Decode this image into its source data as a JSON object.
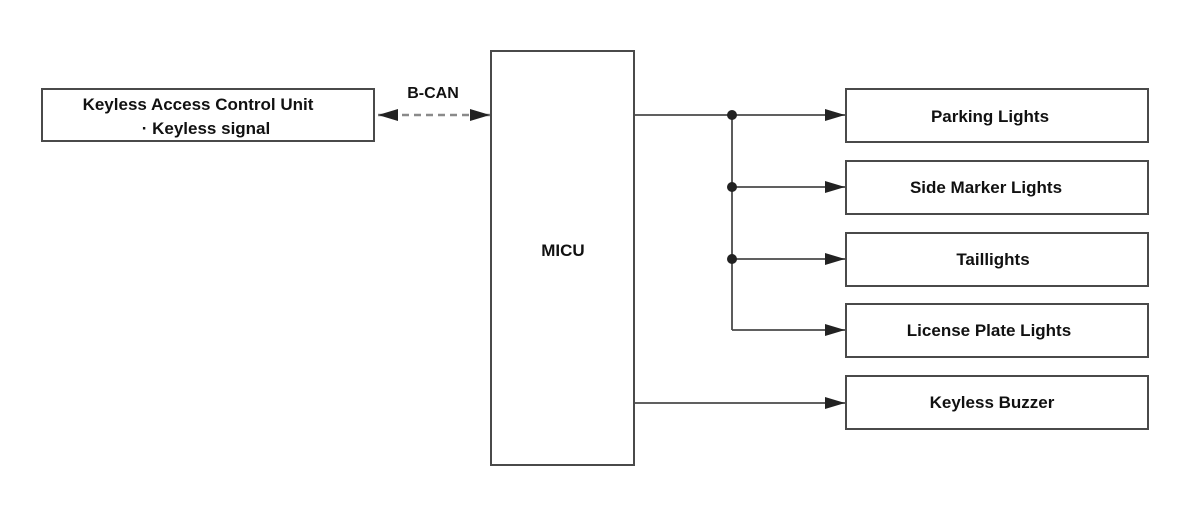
{
  "diagram": {
    "source": {
      "line1": "Keyless Access Control Unit",
      "line2": "· Keyless signal"
    },
    "bus": {
      "label": "B-CAN"
    },
    "controller": {
      "label": "MICU"
    },
    "outputs": [
      {
        "label": "Parking Lights"
      },
      {
        "label": "Side Marker Lights"
      },
      {
        "label": "Taillights"
      },
      {
        "label": "License Plate Lights"
      },
      {
        "label": "Keyless Buzzer"
      }
    ],
    "colors": {
      "stroke": "#4a4a4a",
      "bus_dash": "#8a8a8a",
      "text": "#111111",
      "background": "#ffffff"
    }
  }
}
